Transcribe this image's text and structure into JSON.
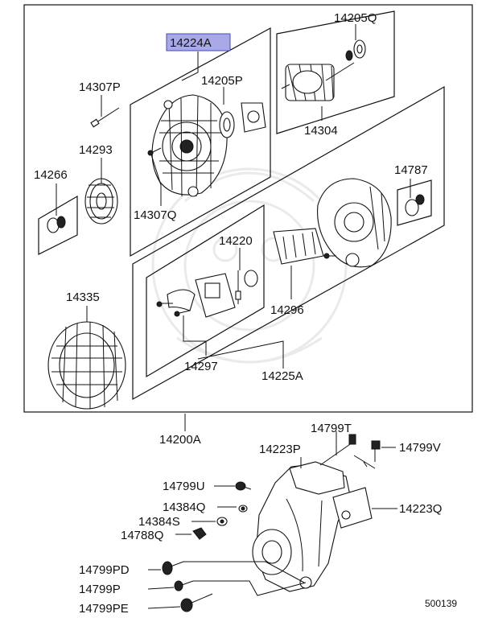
{
  "diagram": {
    "highlighted_part": "14224A",
    "labels": {
      "p14224A": "14224A",
      "p14205Q": "14205Q",
      "p14307P": "14307P",
      "p14205P": "14205P",
      "p14304": "14304",
      "p14293": "14293",
      "p14266": "14266",
      "p14307Q": "14307Q",
      "p14787": "14787",
      "p14220": "14220",
      "p14335": "14335",
      "p14296": "14296",
      "p14297": "14297",
      "p14225A": "14225A",
      "p14200A": "14200A",
      "p14799T": "14799T",
      "p14223P": "14223P",
      "p14799V": "14799V",
      "p14799U": "14799U",
      "p14384Q": "14384Q",
      "p14223Q": "14223Q",
      "p14384S": "14384S",
      "p14788Q": "14788Q",
      "p14799PD": "14799PD",
      "p14799P": "14799P",
      "p14799PE": "14799PE"
    },
    "figure_number": "500139",
    "highlight_color": "#a9a9e8"
  }
}
